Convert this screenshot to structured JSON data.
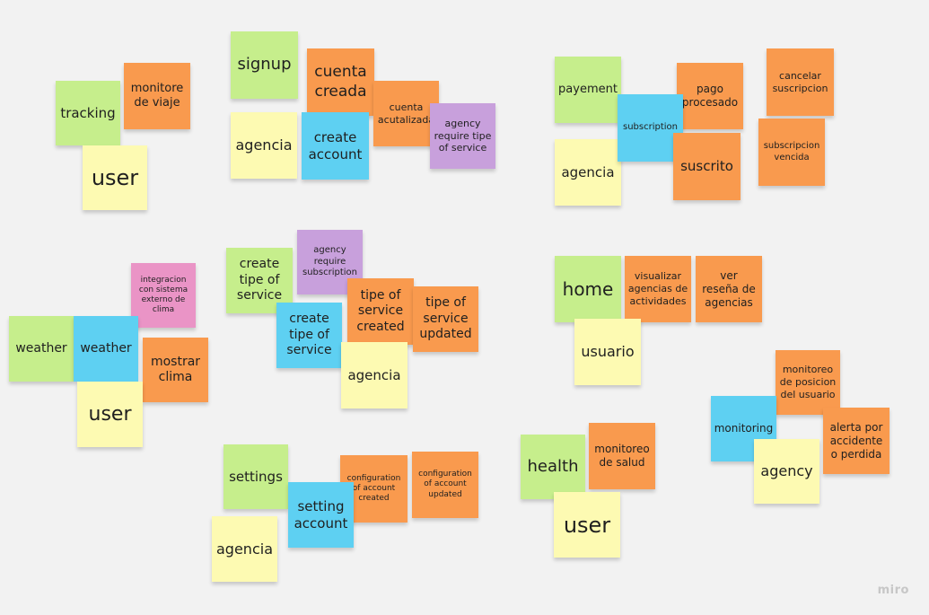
{
  "brand": "miro",
  "colors": {
    "background": "#f2f2f2",
    "green": "#c6ee8c",
    "orange": "#f99a4e",
    "yellow": "#fdfab2",
    "blue": "#5ed0f2",
    "purple": "#c8a0dc",
    "pink": "#ea94c6"
  },
  "notes": [
    {
      "name": "note-tracking",
      "text": "tracking",
      "color": "green"
    },
    {
      "name": "note-monitore-de-viaje",
      "text": "monitore\nde viaje",
      "color": "orange"
    },
    {
      "name": "note-user-1",
      "text": "user",
      "color": "yellow"
    },
    {
      "name": "note-signup",
      "text": "signup",
      "color": "green"
    },
    {
      "name": "note-cuenta-creada",
      "text": "cuenta\ncreada",
      "color": "orange"
    },
    {
      "name": "note-cuenta-acutalizada",
      "text": "cuenta\nacutalizada",
      "color": "orange"
    },
    {
      "name": "note-agency-require-tipe-of-service",
      "text": "agency\nrequire tipe\nof service",
      "color": "purple"
    },
    {
      "name": "note-agencia-1",
      "text": "agencia",
      "color": "yellow"
    },
    {
      "name": "note-create-account",
      "text": "create\naccount",
      "color": "blue"
    },
    {
      "name": "note-payement",
      "text": "payement",
      "color": "green"
    },
    {
      "name": "note-pago-procesado",
      "text": "pago\nprocesado",
      "color": "orange"
    },
    {
      "name": "note-cancelar-suscripcion",
      "text": "cancelar\nsuscripcion",
      "color": "orange"
    },
    {
      "name": "note-agencia-2",
      "text": "agencia",
      "color": "yellow"
    },
    {
      "name": "note-subscription",
      "text": "subscription",
      "color": "blue"
    },
    {
      "name": "note-suscrito",
      "text": "suscrito",
      "color": "orange"
    },
    {
      "name": "note-subscripcion-vencida",
      "text": "subscripcion\nvencida",
      "color": "orange"
    },
    {
      "name": "note-integracion",
      "text": "integracion\ncon sistema\nexterno de\nclima",
      "color": "pink"
    },
    {
      "name": "note-weather-green",
      "text": "weather",
      "color": "green"
    },
    {
      "name": "note-weather-blue",
      "text": "weather",
      "color": "blue"
    },
    {
      "name": "note-mostrar-clima",
      "text": "mostrar\nclima",
      "color": "orange"
    },
    {
      "name": "note-user-2",
      "text": "user",
      "color": "yellow"
    },
    {
      "name": "note-create-tipe-of-service-green",
      "text": "create\ntipe of\nservice",
      "color": "green"
    },
    {
      "name": "note-agency-require-subscription",
      "text": "agency\nrequire\nsubscription",
      "color": "purple"
    },
    {
      "name": "note-tipe-of-service-created",
      "text": "tipe of\nservice\ncreated",
      "color": "orange"
    },
    {
      "name": "note-tipe-of-service-updated",
      "text": "tipe of\nservice\nupdated",
      "color": "orange"
    },
    {
      "name": "note-create-tipe-of-service-blue",
      "text": "create\ntipe of\nservice",
      "color": "blue"
    },
    {
      "name": "note-agencia-3",
      "text": "agencia",
      "color": "yellow"
    },
    {
      "name": "note-home",
      "text": "home",
      "color": "green"
    },
    {
      "name": "note-visualizar-agencias",
      "text": "visualizar\nagencias de\nactividades",
      "color": "orange"
    },
    {
      "name": "note-ver-resena",
      "text": "ver\nreseña de\nagencias",
      "color": "orange"
    },
    {
      "name": "note-usuario",
      "text": "usuario",
      "color": "yellow"
    },
    {
      "name": "note-monitoreo-posicion",
      "text": "monitoreo\nde posicion\ndel usuario",
      "color": "orange"
    },
    {
      "name": "note-monitoring",
      "text": "monitoring",
      "color": "blue"
    },
    {
      "name": "note-alerta",
      "text": "alerta por\naccidente\no perdida",
      "color": "orange"
    },
    {
      "name": "note-agency",
      "text": "agency",
      "color": "yellow"
    },
    {
      "name": "note-settings",
      "text": "settings",
      "color": "green"
    },
    {
      "name": "note-configuration-created",
      "text": "configuration\nof account\ncreated",
      "color": "orange"
    },
    {
      "name": "note-configuration-updated",
      "text": "configuration\nof account\nupdated",
      "color": "orange"
    },
    {
      "name": "note-setting-account",
      "text": "setting\naccount",
      "color": "blue"
    },
    {
      "name": "note-agencia-4",
      "text": "agencia",
      "color": "yellow"
    },
    {
      "name": "note-health",
      "text": "health",
      "color": "green"
    },
    {
      "name": "note-monitoreo-de-salud",
      "text": "monitoreo\nde salud",
      "color": "orange"
    },
    {
      "name": "note-user-3",
      "text": "user",
      "color": "yellow"
    }
  ]
}
